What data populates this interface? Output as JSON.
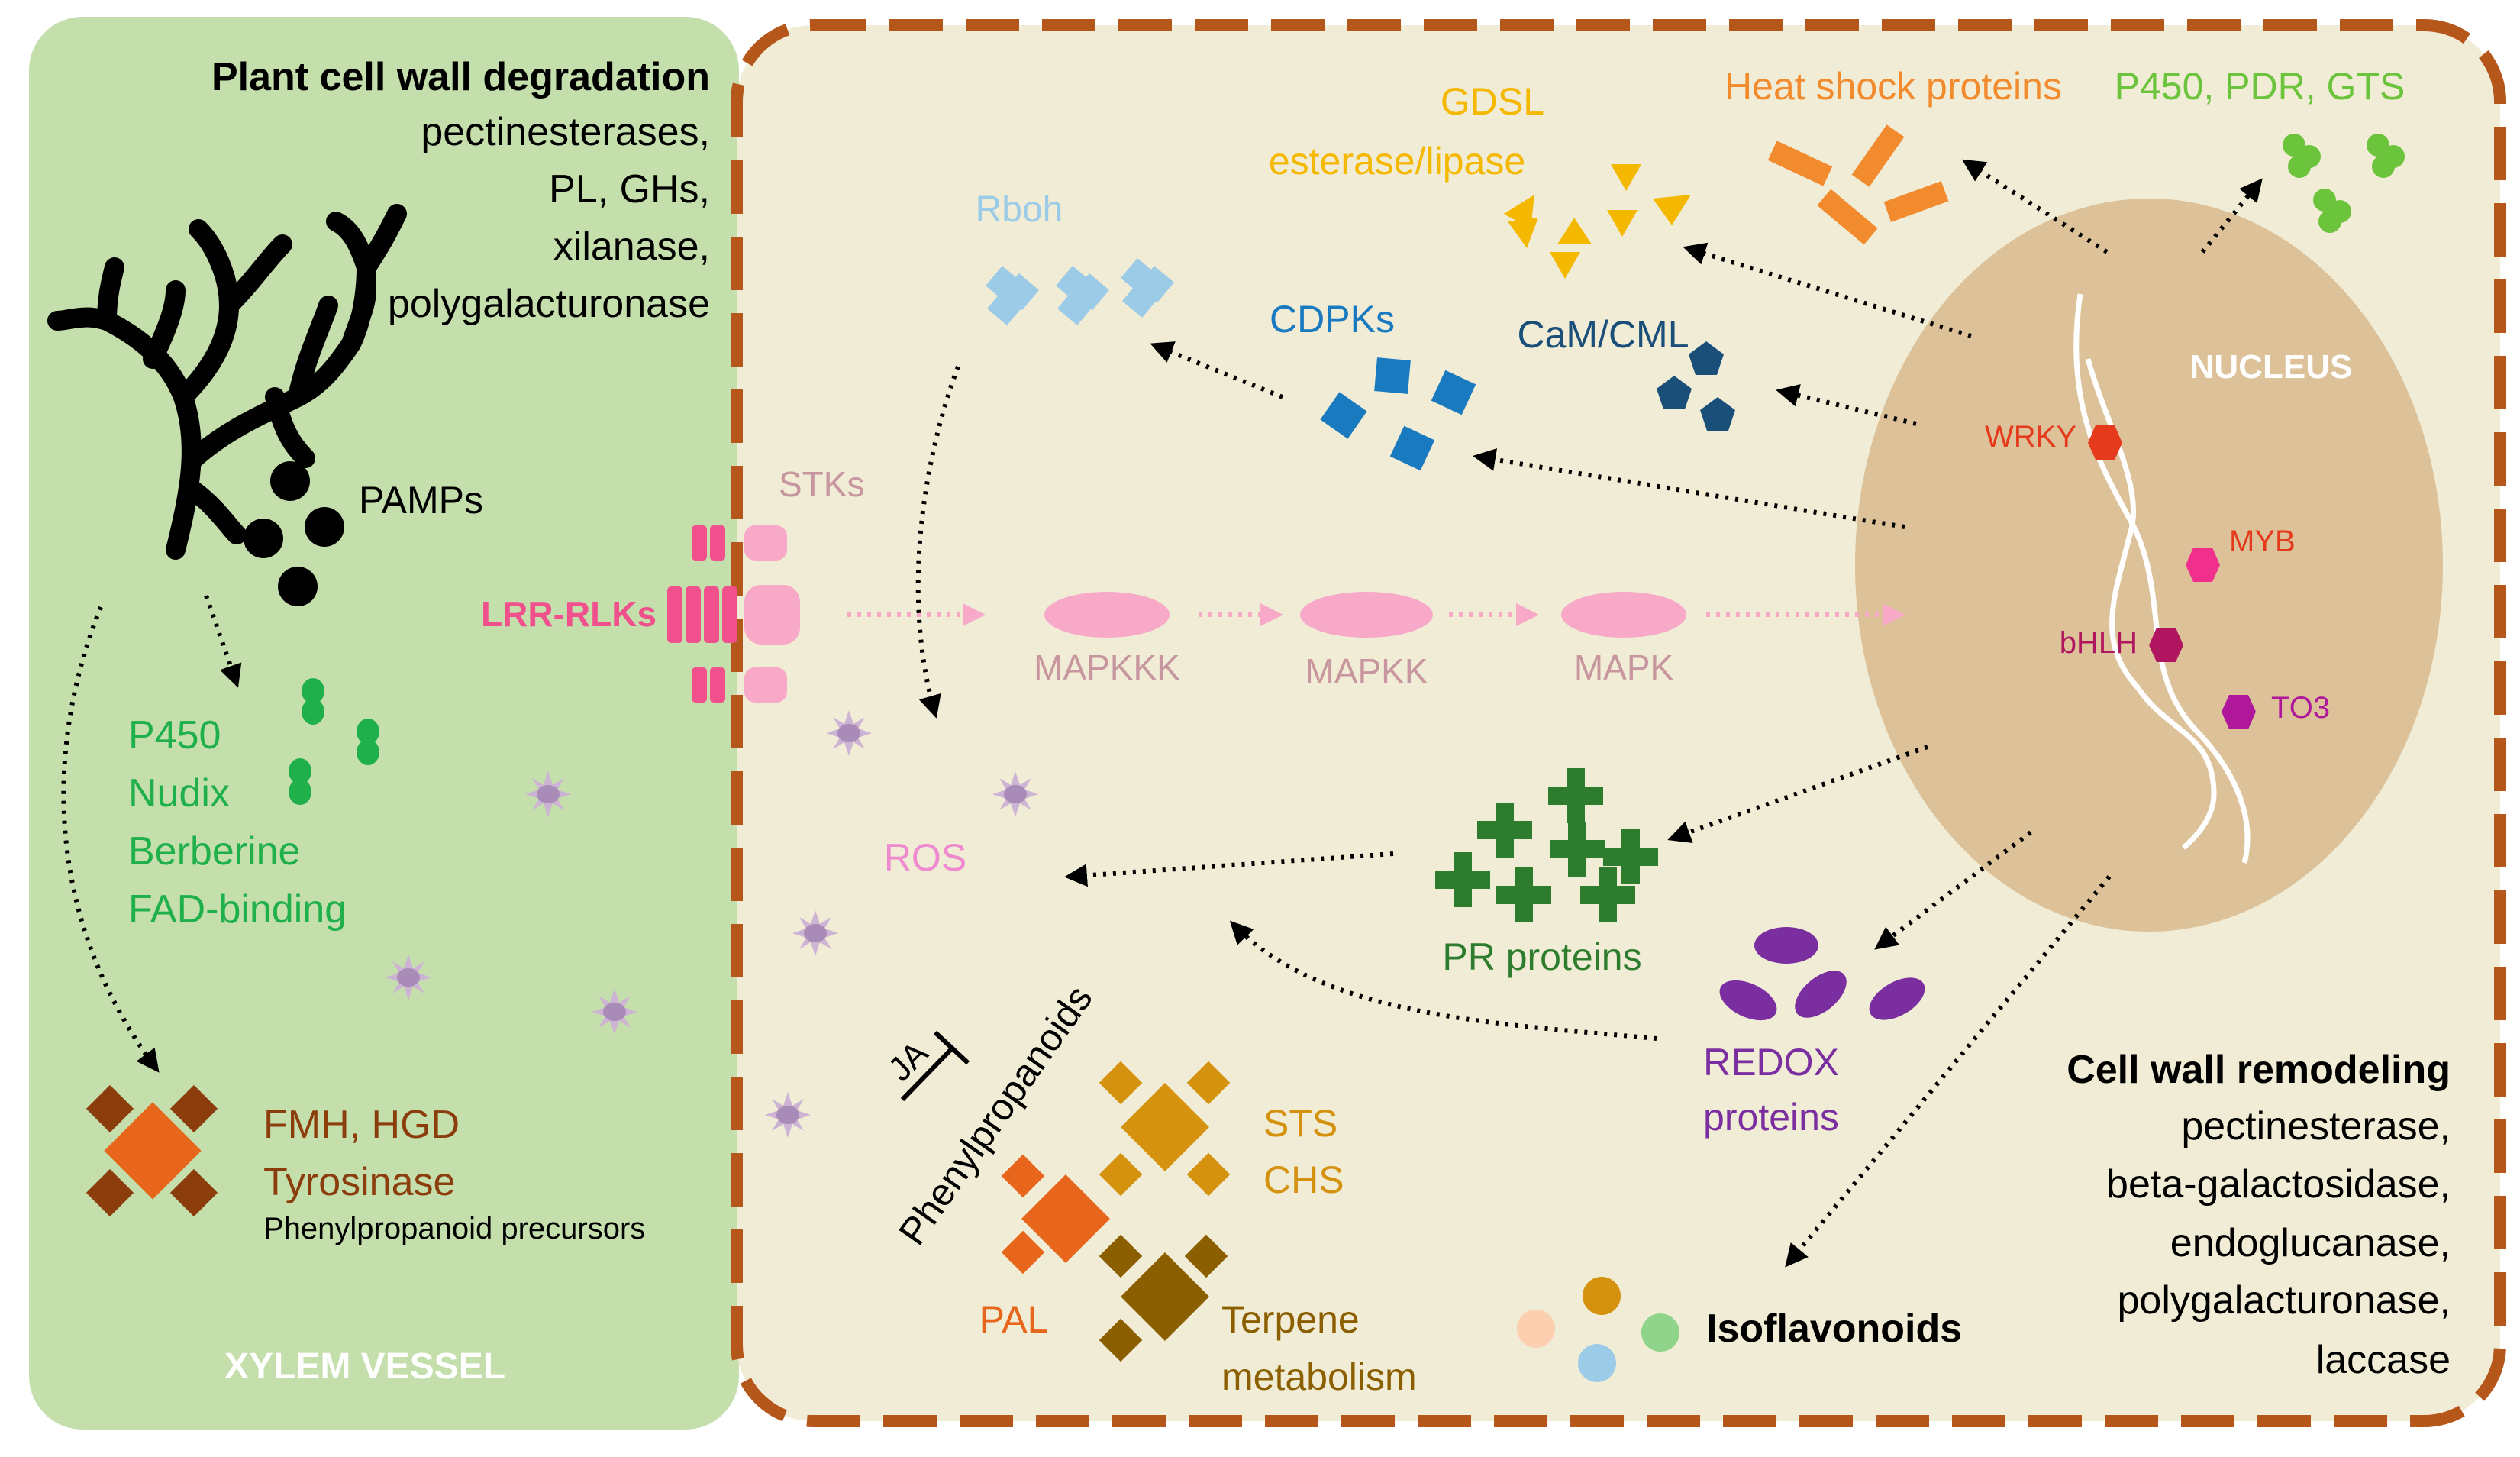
{
  "xylem": {
    "title": "Plant cell wall degradation",
    "enzymes": [
      "pectinesterases,",
      "PL, GHs,",
      "xilanase,",
      "polygalacturonase"
    ],
    "pamps": "PAMPs",
    "genes": [
      "P450",
      "Nudix",
      "Berberine",
      "FAD-binding"
    ],
    "fmh": "FMH, HGD",
    "tyrosinase": "Tyrosinase",
    "precursors": "Phenylpropanoid precursors",
    "vessel_label": "XYLEM VESSEL"
  },
  "membrane": {
    "stks": "STKs",
    "lrr": "LRR-RLKs"
  },
  "cascade": {
    "mapkkk": "MAPKKK",
    "mapkk": "MAPKK",
    "mapk": "MAPK"
  },
  "cell": {
    "rboh": "Rboh",
    "gdsl": [
      "GDSL",
      "esterase/lipase"
    ],
    "hsp": "Heat shock proteins",
    "p450": "P450, PDR, GTS",
    "cdpk": "CDPKs",
    "cam": "CaM/CML",
    "nucleus": "NUCLEUS",
    "tf": {
      "wrky": "WRKY",
      "myb": "MYB",
      "bhlh": "bHLH",
      "to3": "TO3"
    },
    "ros": "ROS",
    "pr": "PR proteins",
    "redox": [
      "REDOX",
      "proteins"
    ],
    "ja": "JA",
    "phenyl": "Phenylpropanoids",
    "sts": "STS",
    "chs": "CHS",
    "pal": "PAL",
    "terpene": [
      "Terpene",
      "metabolism"
    ],
    "isoflavonoids": "Isoflavonoids",
    "remodel_title": "Cell wall remodeling",
    "remodel": [
      "pectinesterase,",
      "beta-galactosidase,",
      "endoglucanase,",
      "polygalacturonase,",
      "laccase"
    ]
  },
  "colors": {
    "xylem_bg": "#c4deac",
    "cell_bg": "#f0ecd5",
    "cell_border": "#b5561a",
    "nucleus": "#dcc199",
    "gdsl": "#f5b800",
    "hsp": "#f28a2e",
    "p450": "#6cc43c",
    "rboh": "#9ccbe8",
    "cdpk": "#1a7ac0",
    "cam": "#1a4f7a",
    "lrr": "#f0508c",
    "mapk": "#f7a9c7",
    "mapk_text": "#c7969f",
    "ros": "#f08ad0",
    "pr": "#2e7d2e",
    "redox": "#7a2ea0",
    "wrky": "#e53a1c",
    "myb": "#f0308c",
    "bhlh": "#b01660",
    "to3": "#b0189c",
    "green_text": "#1fb04c",
    "brown": "#8b3d0c",
    "pal": "#e8661b",
    "sts": "#d4920f",
    "terpene": "#8b5e00"
  }
}
